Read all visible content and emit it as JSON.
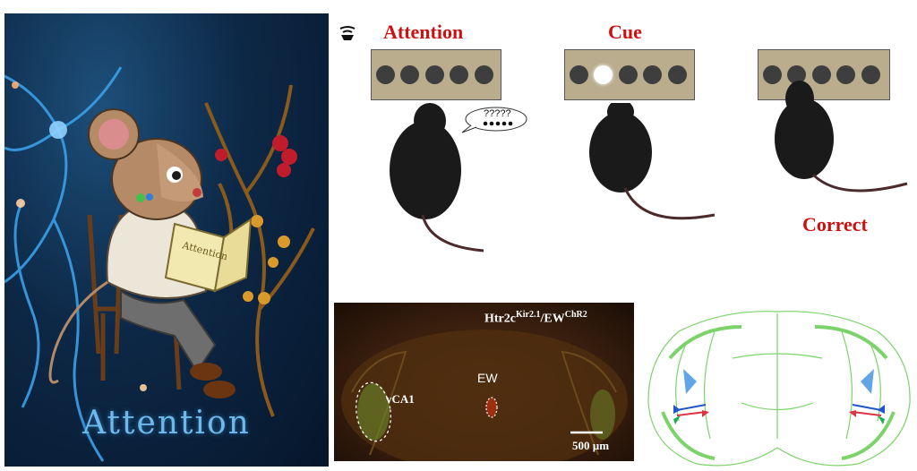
{
  "poster": {
    "title": "Attention",
    "book_title": "Attention"
  },
  "speaker_icon": "speaker-icon",
  "task": {
    "stages": [
      {
        "label": "Attention",
        "bubble_text": "?????"
      },
      {
        "label": "Cue"
      },
      {
        "label": "Correct"
      }
    ]
  },
  "micrograph": {
    "genotype_base": "Htr2c",
    "genotype_sup1": "Kir2.1",
    "genotype_mid": "/EW",
    "genotype_sup2": "ChR2",
    "region_1": "vCA1",
    "region_2": "EW",
    "scale_bar": "500 µm"
  },
  "colors": {
    "label_red": "#cc1111",
    "poster_title": "#6fb8ea",
    "atlas_green": "#7cd36a"
  }
}
